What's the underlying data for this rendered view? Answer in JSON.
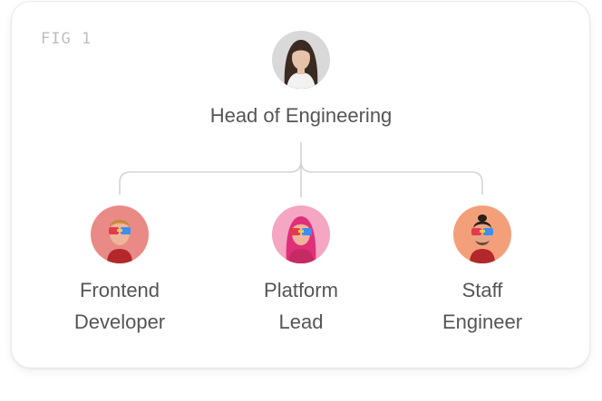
{
  "figure": {
    "label": "FIG 1"
  },
  "org_chart": {
    "root": {
      "title": "Head of Engineering",
      "avatar_icon": "person-portrait-icon",
      "avatar_bg": "#d9d9d9"
    },
    "children": [
      {
        "title": "Frontend\nDeveloper",
        "avatar_icon": "person-avatar-icon",
        "avatar_bg": "#e98a86"
      },
      {
        "title": "Platform\nLead",
        "avatar_icon": "person-avatar-icon",
        "avatar_bg": "#f4a6c2"
      },
      {
        "title": "Staff\nEngineer",
        "avatar_icon": "person-avatar-icon",
        "avatar_bg": "#f3a07a"
      }
    ],
    "connector_color": "#d4d4d4",
    "text_color": "#555555"
  }
}
